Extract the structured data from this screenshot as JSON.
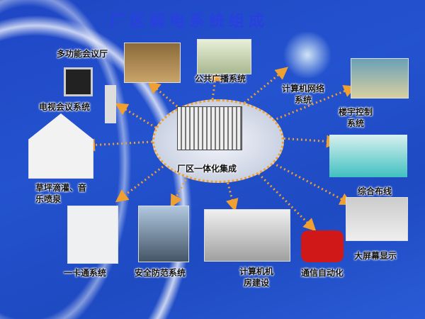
{
  "title": "厂区弱电系统组成",
  "center": {
    "label": "厂区一体化集成"
  },
  "accent_color": "#f0a030",
  "nodes": [
    {
      "label": "多功能会议厅"
    },
    {
      "label": "公共广播系统"
    },
    {
      "label": "计算机网络系统",
      "lines": [
        "计算机网络",
        "系统"
      ]
    },
    {
      "label": "楼宇控制系统",
      "lines": [
        "楼宇控制",
        "系统"
      ]
    },
    {
      "label": "电视会议系统"
    },
    {
      "label": "综合布线"
    },
    {
      "label": "草坪滴灌、音乐喷泉",
      "lines": [
        "草坪滴灌、音",
        "乐喷泉"
      ]
    },
    {
      "label": "大屏幕显示"
    },
    {
      "label": "一卡通系统"
    },
    {
      "label": "安全防范系统"
    },
    {
      "label": "计算机机房建设",
      "lines": [
        "计算机机",
        "房建设"
      ]
    },
    {
      "label": "通信自动化"
    }
  ]
}
